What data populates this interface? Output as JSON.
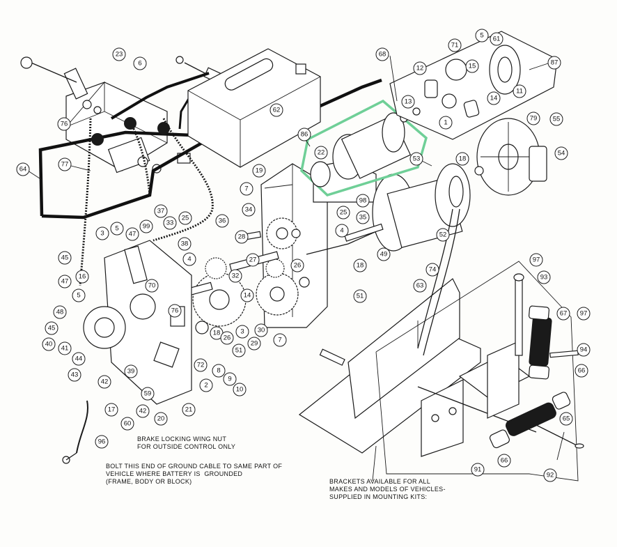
{
  "notes": {
    "brake_wing_nut": "BRAKE LOCKING WING NUT\nFOR OUTSIDE CONTROL ONLY",
    "ground_cable": "BOLT THIS END OF GROUND CABLE TO SAME PART OF\nVEHICLE WHERE BATTERY IS  GROUNDED\n(FRAME, BODY OR BLOCK)",
    "brackets": "BRACKETS AVAILABLE FOR ALL\nMAKES AND MODELS OF VEHICLES-\nSUPPLIED IN MOUNTING KITS:"
  },
  "highlight_color": "#6fcf97",
  "callouts": [
    "23",
    "6",
    "76",
    "77",
    "64",
    "3",
    "5",
    "47",
    "99",
    "37",
    "33",
    "25",
    "36",
    "38",
    "45",
    "4",
    "47",
    "16",
    "70",
    "5",
    "48",
    "45",
    "40",
    "41",
    "44",
    "43",
    "42",
    "39",
    "17",
    "59",
    "42",
    "20",
    "60",
    "96",
    "21",
    "2",
    "72",
    "76",
    "18",
    "26",
    "51",
    "29",
    "30",
    "8",
    "9",
    "10",
    "7",
    "3",
    "14",
    "51",
    "27",
    "32",
    "28",
    "34",
    "19",
    "7",
    "25",
    "4",
    "26",
    "18",
    "49",
    "52",
    "98",
    "35",
    "86",
    "22",
    "53",
    "62",
    "68",
    "13",
    "12",
    "71",
    "15",
    "61",
    "5",
    "87",
    "11",
    "14",
    "1",
    "79",
    "55",
    "54",
    "18",
    "74",
    "63",
    "97",
    "93",
    "67",
    "97",
    "94",
    "66",
    "65",
    "66",
    "91",
    "92"
  ]
}
